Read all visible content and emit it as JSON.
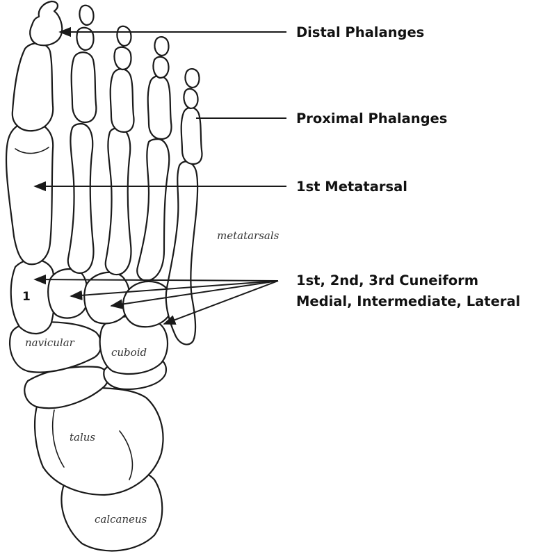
{
  "labels": {
    "distal_phalanges": "Distal Phalanges",
    "proximal_phalanges": "Proximal Phalanges",
    "first_metatarsal": "1st Metatarsal",
    "cuneiform_line1": "1st, 2nd, 3rd Cuneiform",
    "cuneiform_line2": "Medial, Intermediate, Lateral"
  },
  "bone_labels": {
    "metatarsals": "metatarsals",
    "navicular": "navicular",
    "cuboid": "cuboid",
    "talus": "talus",
    "calcaneus": "calcaneus",
    "first_cuneiform_number": "1"
  },
  "colors": {
    "ink": "#1a1a1a",
    "background": "#ffffff"
  }
}
